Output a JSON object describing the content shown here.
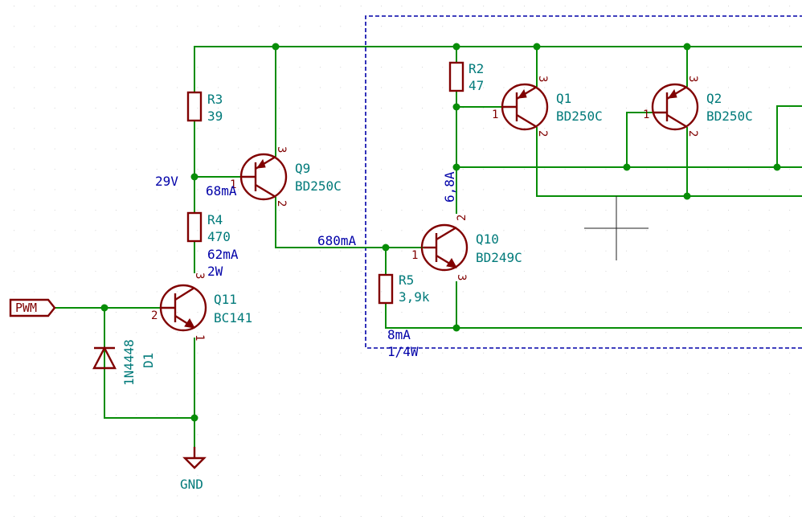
{
  "components": {
    "r3": {
      "ref": "R3",
      "value": "39"
    },
    "r4": {
      "ref": "R4",
      "value": "470",
      "note1": "62mA",
      "note2": "2W"
    },
    "r2": {
      "ref": "R2",
      "value": "47"
    },
    "r5": {
      "ref": "R5",
      "value": "3,9k",
      "note1": "8mA",
      "note2": "1/4W"
    },
    "q9": {
      "ref": "Q9",
      "value": "BD250C"
    },
    "q1": {
      "ref": "Q1",
      "value": "BD250C"
    },
    "q2": {
      "ref": "Q2",
      "value": "BD250C"
    },
    "q10": {
      "ref": "Q10",
      "value": "BD249C"
    },
    "q11": {
      "ref": "Q11",
      "value": "BC141"
    },
    "d1": {
      "ref": "D1",
      "value": "1N4448"
    }
  },
  "annotations": {
    "v_node": "29V",
    "i_q9_base": "68mA",
    "i_q10_base": "680mA",
    "i_q10_collector": "6,8A"
  },
  "labels": {
    "pwm": "PWM",
    "gnd": "GND"
  },
  "pins": {
    "one": "1",
    "two": "2",
    "three": "3"
  },
  "colors": {
    "wire": "#078d07",
    "component": "#800000",
    "reference": "#007a7a",
    "annotation": "#0000a8",
    "group_box": "#0000a8"
  }
}
